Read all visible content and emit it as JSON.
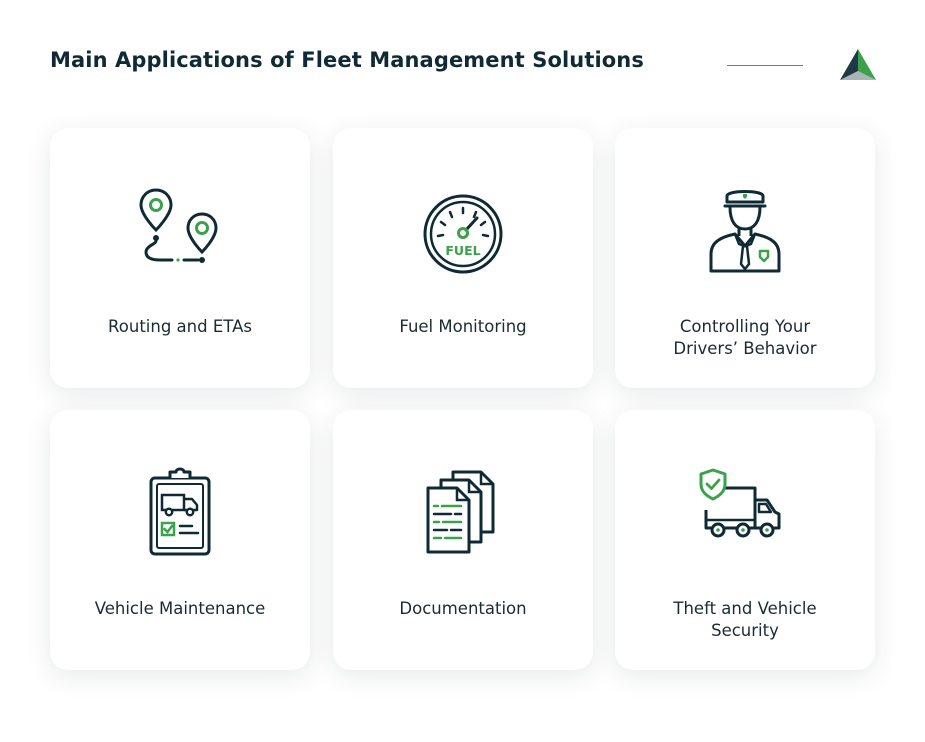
{
  "title": "Main Applications of Fleet Management Solutions",
  "colors": {
    "dark": "#0f2a35",
    "accent_green": "#3aa24a"
  },
  "cards": [
    {
      "label": "Routing and ETAs",
      "icon": "route-map-pins-icon"
    },
    {
      "label": "Fuel Monitoring",
      "icon": "fuel-gauge-icon"
    },
    {
      "label": "Controlling Your Drivers’ Behavior",
      "icon": "driver-officer-icon"
    },
    {
      "label": "Vehicle Maintenance",
      "icon": "clipboard-truck-checklist-icon"
    },
    {
      "label": "Documentation",
      "icon": "documents-stack-icon"
    },
    {
      "label": "Theft and Vehicle Security",
      "icon": "truck-shield-icon"
    }
  ],
  "fuel_gauge_text": "FUEL"
}
